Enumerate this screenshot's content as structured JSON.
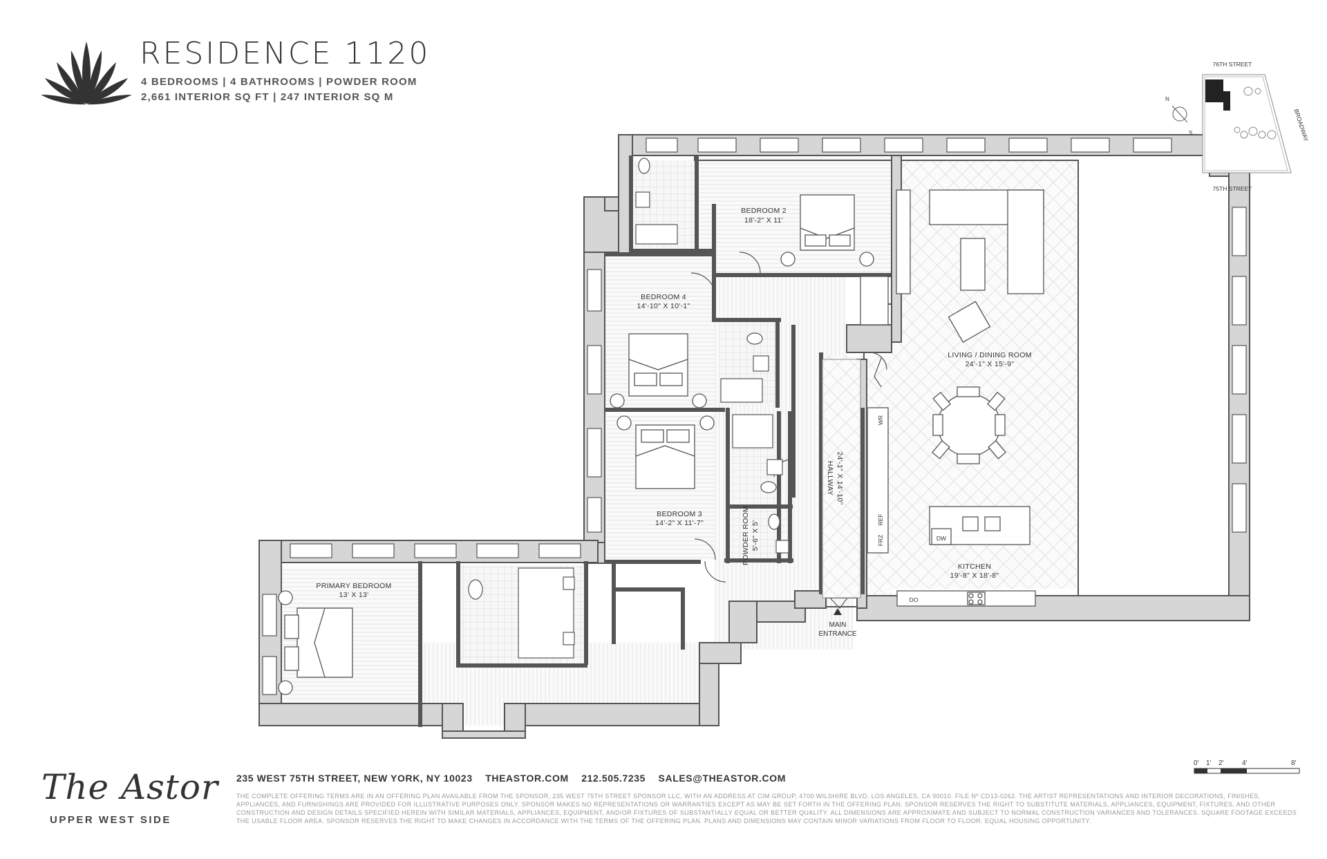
{
  "header": {
    "title": "RESIDENCE 1120",
    "subtitle_rooms": "4 BEDROOMS | 4 BATHROOMS | POWDER ROOM",
    "subtitle_area": "2,661 INTERIOR SQ FT | 247 INTERIOR SQ M"
  },
  "rooms": {
    "bedroom2": {
      "name": "BEDROOM 2",
      "dims": "18'-2\" X 11'"
    },
    "bedroom4": {
      "name": "BEDROOM 4",
      "dims": "14'-10\" X 10'-1\""
    },
    "bedroom3": {
      "name": "BEDROOM 3",
      "dims": "14'-2\" X 11'-7\""
    },
    "primary": {
      "name": "PRIMARY BEDROOM",
      "dims": "13' X 13'"
    },
    "living": {
      "name": "LIVING / DINING ROOM",
      "dims": "24'-1\" X 15'-9\""
    },
    "kitchen": {
      "name": "KITCHEN",
      "dims": "19'-8\" X 18'-8\""
    },
    "hallway": {
      "name": "HALLWAY",
      "dims": "24'-1\" X 14'-10\""
    },
    "powder": {
      "name": "POWDER ROOM",
      "dims": "5'-6\" X 5'"
    }
  },
  "appliances": {
    "wr": "WR",
    "ref": "REF",
    "frz": "FRZ",
    "dw": "DW",
    "do": "DO"
  },
  "entrance": {
    "line1": "MAIN",
    "line2": "ENTRANCE"
  },
  "keyplan": {
    "north_street": "76TH STREET",
    "south_street": "75TH STREET",
    "east_street": "BROADWAY",
    "compass_n": "N",
    "compass_s": "S"
  },
  "footer": {
    "brand": "The Astor",
    "brand_sub": "UPPER WEST SIDE",
    "address": "235 WEST 75TH STREET, NEW YORK, NY 10023",
    "website": "THEASTOR.COM",
    "phone": "212.505.7235",
    "email": "SALES@THEASTOR.COM",
    "disclaimer": "THE COMPLETE OFFERING TERMS ARE IN AN OFFERING PLAN AVAILABLE FROM THE SPONSOR, 235 WEST 75TH STREET SPONSOR LLC, WITH AN ADDRESS AT CIM GROUP, 4700 WILSHIRE BLVD, LOS ANGELES, CA 90010. FILE Nº CD13-0262. THE ARTIST REPRESENTATIONS AND INTERIOR DECORATIONS, FINISHES, APPLIANCES, AND FURNISHINGS ARE PROVIDED FOR ILLUSTRATIVE PURPOSES ONLY. SPONSOR MAKES NO REPRESENTATIONS OR WARRANTIES EXCEPT AS MAY BE SET FORTH IN THE OFFERING PLAN. SPONSOR RESERVES THE RIGHT TO SUBSTITUTE MATERIALS, APPLIANCES, EQUIPMENT, FIXTURES, AND OTHER CONSTRUCTION AND DESIGN DETAILS SPECIFIED HEREIN WITH SIMILAR MATERIALS, APPLIANCES, EQUIPMENT, AND/OR FIXTURES OF SUBSTANTIALLY EQUAL OR BETTER QUALITY. ALL DIMENSIONS ARE APPROXIMATE AND SUBJECT TO NORMAL CONSTRUCTION VARIANCES AND TOLERANCES. SQUARE FOOTAGE EXCEEDS THE USABLE FLOOR AREA. SPONSOR RESERVES THE RIGHT TO MAKE CHANGES IN ACCORDANCE WITH THE TERMS OF THE OFFERING PLAN. PLANS AND DIMENSIONS MAY CONTAIN MINOR VARIATIONS FROM FLOOR TO FLOOR. EQUAL HOUSING OPPORTUNITY."
  },
  "scale_bar": {
    "t0": "0'",
    "t1": "1'",
    "t2": "2'",
    "t4": "4'",
    "t8": "8'"
  }
}
